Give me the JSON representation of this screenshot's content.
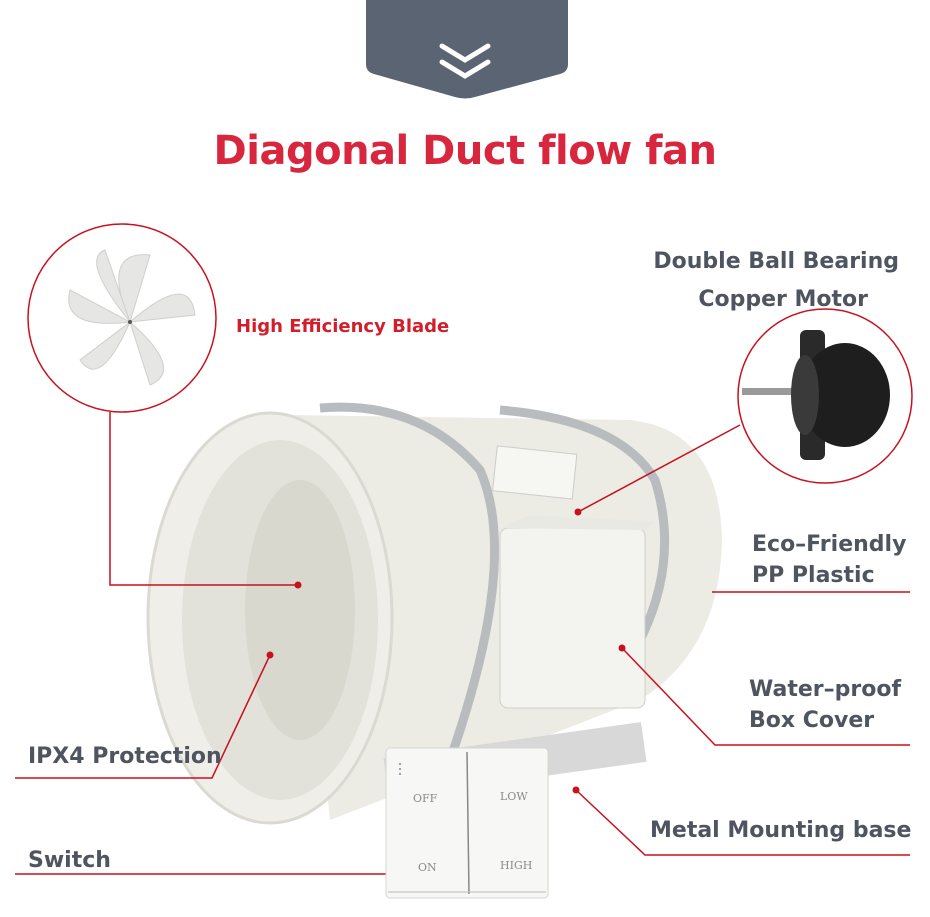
{
  "header": {
    "scroll_icon": "double-chevron-down-icon",
    "banner_color": "#5a6472"
  },
  "title": "Diagonal Duct flow fan",
  "callouts": {
    "blade": "High Efficiency Blade",
    "motor_line1": "Double Ball Bearing",
    "motor_line2": "Copper Motor",
    "plastic_line1": "Eco–Friendly",
    "plastic_line2": "PP Plastic",
    "cover_line1": "Water–proof",
    "cover_line2": "Box Cover",
    "base": "Metal Mounting base",
    "protection": "IPX4 Protection",
    "switch": "Switch"
  },
  "switch_panel": {
    "off": "OFF",
    "on": "ON",
    "low": "LOW",
    "high": "HIGH"
  },
  "colors": {
    "title": "#d8263e",
    "callout_line": "#c8101e",
    "label": "#4f5560"
  }
}
